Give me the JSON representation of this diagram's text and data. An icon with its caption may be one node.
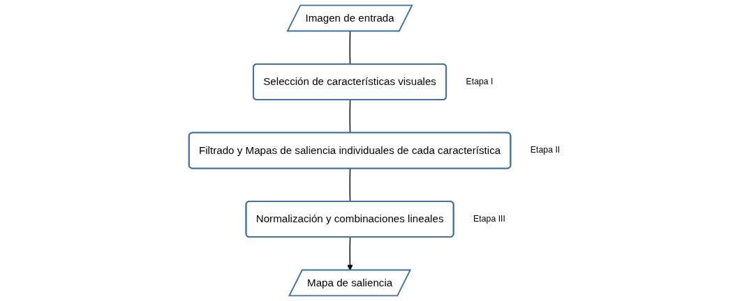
{
  "diagram": {
    "nodes": [
      {
        "text": [
          "Imagen de entrada"
        ]
      },
      {
        "text": [
          "Selección de características visuales"
        ],
        "beside": [
          "Etapa I"
        ]
      },
      {
        "text": [
          "Filtrado y Mapas de saliencia individuales de cada característica"
        ],
        "beside": [
          "Etapa II"
        ]
      },
      {
        "text": [
          "Normalización y combinaciones lineales"
        ],
        "beside": [
          "Etapa III"
        ]
      },
      {
        "text": [
          "Mapa de saliencia"
        ]
      }
    ],
    "edges": [
      {
        "from": 0,
        "to": 1,
        "arrow": "none"
      },
      {
        "from": 1,
        "to": 2,
        "arrow": "none"
      },
      {
        "from": 2,
        "to": 3,
        "arrow": "none"
      },
      {
        "from": 3,
        "to": 4,
        "arrow": "to"
      }
    ]
  }
}
